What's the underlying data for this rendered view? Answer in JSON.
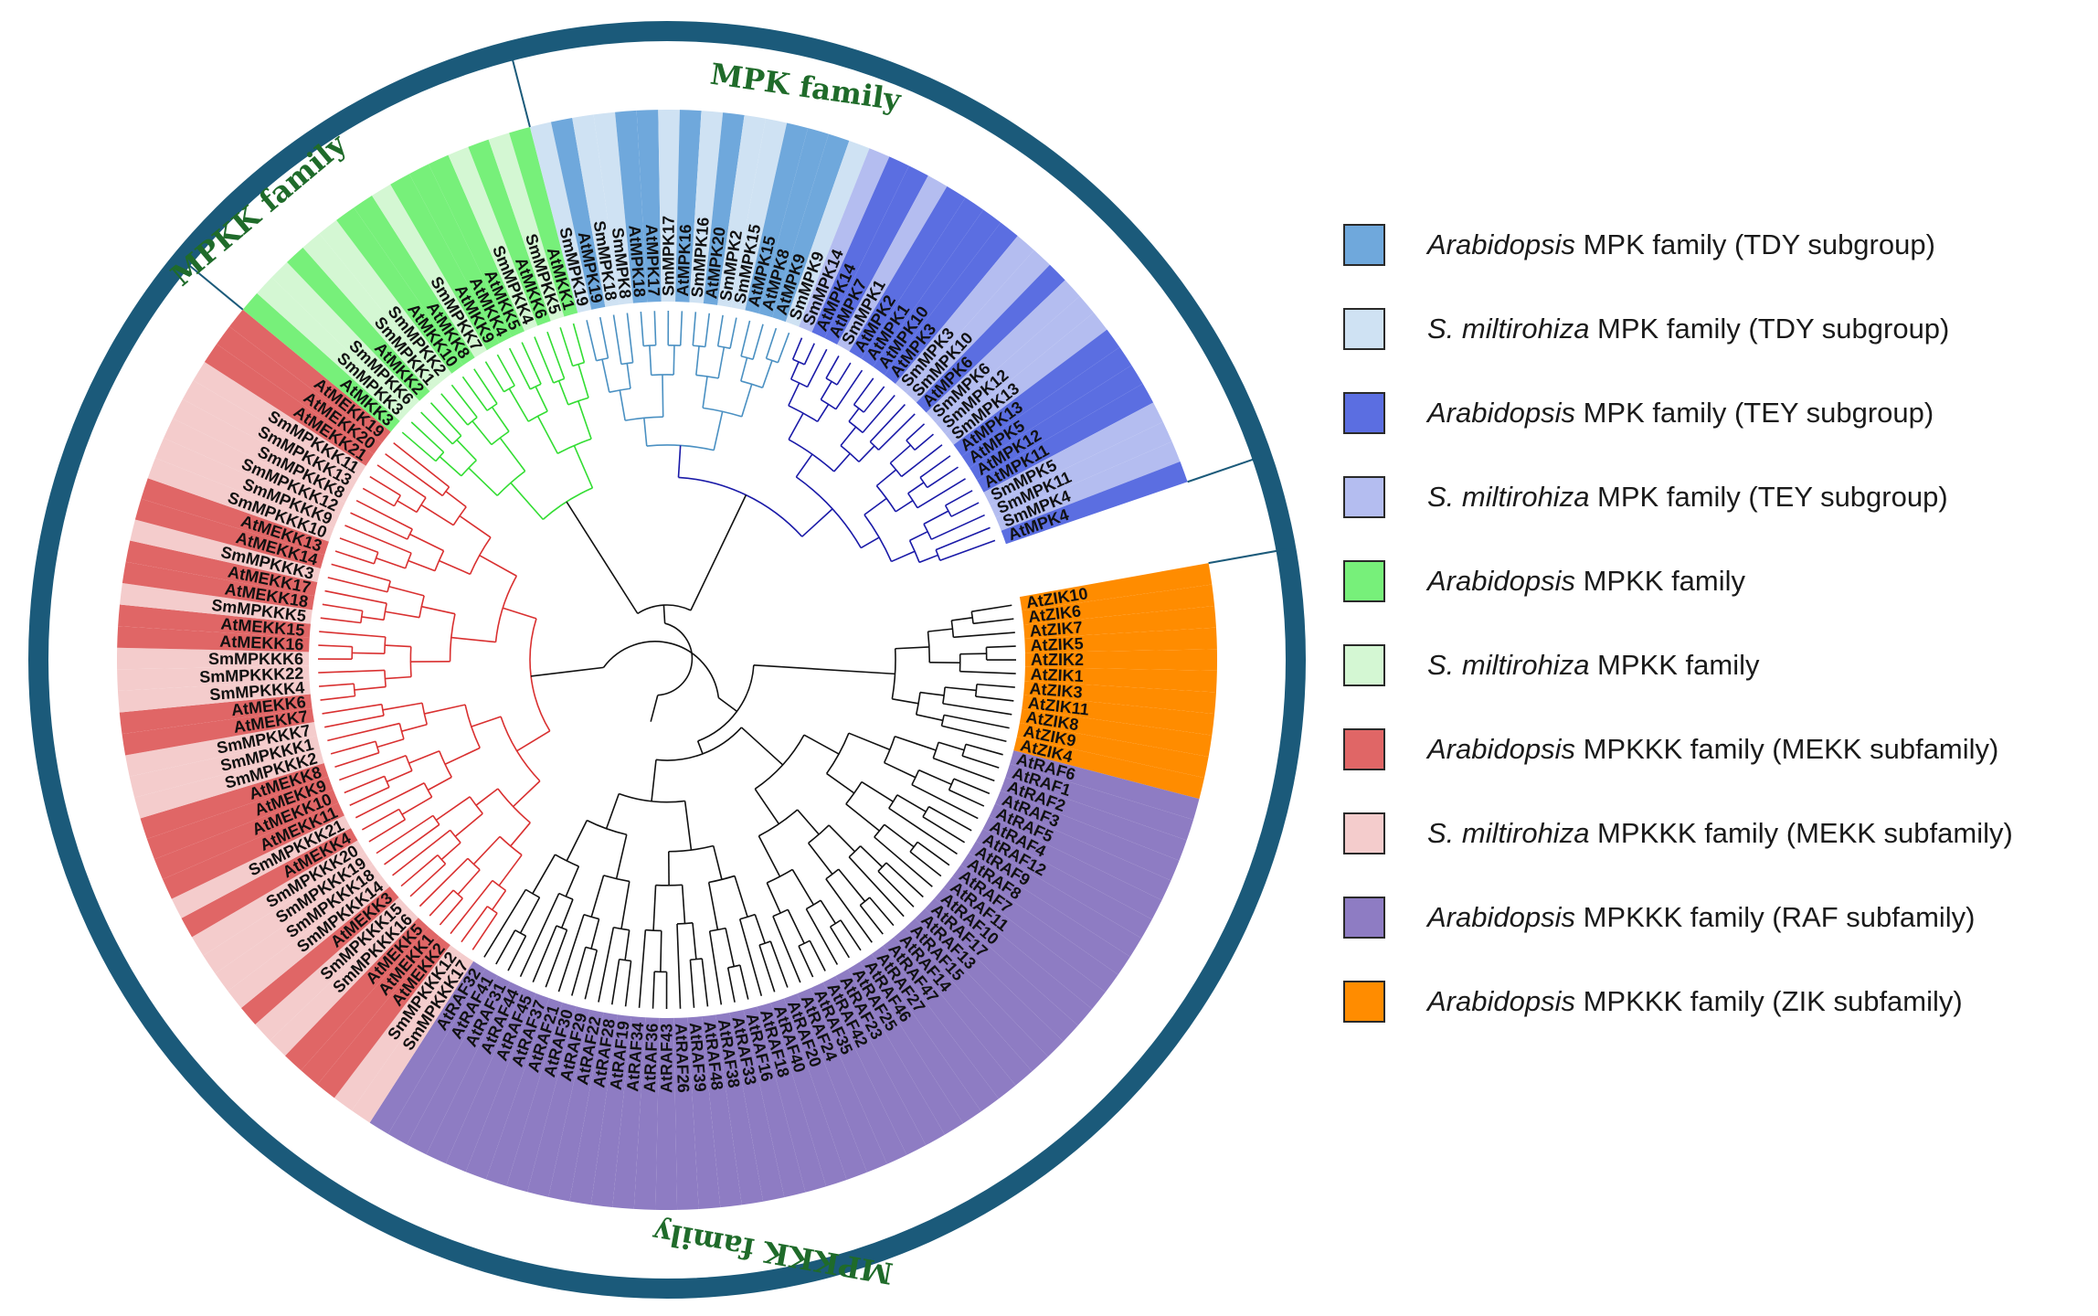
{
  "families": {
    "mpkk": "MPKK family",
    "mpk": "MPK family",
    "mpkkk": "MPKKK family"
  },
  "legend": [
    {
      "species": "Arabidopsis",
      "rest": " MPK family (TDY subgroup)",
      "color": "#6fa8dc"
    },
    {
      "species": "S. miltirohiza",
      "rest": " MPK family (TDY subgroup)",
      "color": "#cfe2f3"
    },
    {
      "species": "Arabidopsis",
      "rest": " MPK family (TEY subgroup)",
      "color": "#5b6ee1"
    },
    {
      "species": "S. miltirohiza",
      "rest": " MPK family (TEY subgroup)",
      "color": "#b4bdf0"
    },
    {
      "species": "Arabidopsis",
      "rest": " MPKK family",
      "color": "#77f07a"
    },
    {
      "species": "S. miltirohiza",
      "rest": " MPKK family",
      "color": "#d4f7d3"
    },
    {
      "species": "Arabidopsis",
      "rest": " MPKKK family (MEKK subfamily)",
      "color": "#e06666"
    },
    {
      "species": "S. miltirohiza",
      "rest": " MPKKK family (MEKK subfamily)",
      "color": "#f4cccc"
    },
    {
      "species": "Arabidopsis",
      "rest": " MPKKK family (RAF subfamily)",
      "color": "#8e7cc3"
    },
    {
      "species": "Arabidopsis",
      "rest": " MPKKK family (ZIK subfamily)",
      "color": "#ff8c00"
    }
  ],
  "leaves": [
    {
      "name": "AtZIK10",
      "cls": 9
    },
    {
      "name": "AtZIK6",
      "cls": 9
    },
    {
      "name": "AtZIK7",
      "cls": 9
    },
    {
      "name": "AtZIK5",
      "cls": 9
    },
    {
      "name": "AtZIK2",
      "cls": 9
    },
    {
      "name": "AtZIK1",
      "cls": 9
    },
    {
      "name": "AtZIK3",
      "cls": 9
    },
    {
      "name": "AtZIK11",
      "cls": 9
    },
    {
      "name": "AtZIK8",
      "cls": 9
    },
    {
      "name": "AtZIK9",
      "cls": 9
    },
    {
      "name": "AtZIK4",
      "cls": 9
    },
    {
      "name": "AtRAF6",
      "cls": 8
    },
    {
      "name": "AtRAF1",
      "cls": 8
    },
    {
      "name": "AtRAF2",
      "cls": 8
    },
    {
      "name": "AtRAF3",
      "cls": 8
    },
    {
      "name": "AtRAF5",
      "cls": 8
    },
    {
      "name": "AtRAF4",
      "cls": 8
    },
    {
      "name": "AtRAF12",
      "cls": 8
    },
    {
      "name": "AtRAF9",
      "cls": 8
    },
    {
      "name": "AtRAF8",
      "cls": 8
    },
    {
      "name": "AtRAF7",
      "cls": 8
    },
    {
      "name": "AtRAF11",
      "cls": 8
    },
    {
      "name": "AtRAF10",
      "cls": 8
    },
    {
      "name": "AtRAF17",
      "cls": 8
    },
    {
      "name": "AtRAF13",
      "cls": 8
    },
    {
      "name": "AtRAF15",
      "cls": 8
    },
    {
      "name": "AtRAF14",
      "cls": 8
    },
    {
      "name": "AtRAF47",
      "cls": 8
    },
    {
      "name": "AtRAF27",
      "cls": 8
    },
    {
      "name": "AtRAF46",
      "cls": 8
    },
    {
      "name": "AtRAF25",
      "cls": 8
    },
    {
      "name": "AtRAF23",
      "cls": 8
    },
    {
      "name": "AtRAF42",
      "cls": 8
    },
    {
      "name": "AtRAF35",
      "cls": 8
    },
    {
      "name": "AtRAF24",
      "cls": 8
    },
    {
      "name": "AtRAF20",
      "cls": 8
    },
    {
      "name": "AtRAF40",
      "cls": 8
    },
    {
      "name": "AtRAF18",
      "cls": 8
    },
    {
      "name": "AtRAF16",
      "cls": 8
    },
    {
      "name": "AtRAF33",
      "cls": 8
    },
    {
      "name": "AtRAF38",
      "cls": 8
    },
    {
      "name": "AtRAF48",
      "cls": 8
    },
    {
      "name": "AtRAF39",
      "cls": 8
    },
    {
      "name": "AtRAF26",
      "cls": 8
    },
    {
      "name": "AtRAF43",
      "cls": 8
    },
    {
      "name": "AtRAF36",
      "cls": 8
    },
    {
      "name": "AtRAF34",
      "cls": 8
    },
    {
      "name": "AtRAF19",
      "cls": 8
    },
    {
      "name": "AtRAF28",
      "cls": 8
    },
    {
      "name": "AtRAF22",
      "cls": 8
    },
    {
      "name": "AtRAF29",
      "cls": 8
    },
    {
      "name": "AtRAF30",
      "cls": 8
    },
    {
      "name": "AtRAF21",
      "cls": 8
    },
    {
      "name": "AtRAF37",
      "cls": 8
    },
    {
      "name": "AtRAF45",
      "cls": 8
    },
    {
      "name": "AtRAF44",
      "cls": 8
    },
    {
      "name": "AtRAF31",
      "cls": 8
    },
    {
      "name": "AtRAF41",
      "cls": 8
    },
    {
      "name": "AtRAF32",
      "cls": 8
    },
    {
      "name": "SmMPKKK17",
      "cls": 7
    },
    {
      "name": "SmMPKKK12",
      "cls": 7
    },
    {
      "name": "AtMEKK2",
      "cls": 6
    },
    {
      "name": "AtMEKK1",
      "cls": 6
    },
    {
      "name": "AtMEKK5",
      "cls": 6
    },
    {
      "name": "SmMPKKK16",
      "cls": 7
    },
    {
      "name": "SmMPKKK15",
      "cls": 7
    },
    {
      "name": "AtMEKK3",
      "cls": 6
    },
    {
      "name": "SmMPKKK14",
      "cls": 7
    },
    {
      "name": "SmMPKKK18",
      "cls": 7
    },
    {
      "name": "SmMPKKK19",
      "cls": 7
    },
    {
      "name": "SmMPKKK20",
      "cls": 7
    },
    {
      "name": "AtMEKK4",
      "cls": 6
    },
    {
      "name": "SmMPKKK21",
      "cls": 7
    },
    {
      "name": "AtMEKK11",
      "cls": 6
    },
    {
      "name": "AtMEKK10",
      "cls": 6
    },
    {
      "name": "AtMEKK9",
      "cls": 6
    },
    {
      "name": "AtMEKK8",
      "cls": 6
    },
    {
      "name": "SmMPKKK2",
      "cls": 7
    },
    {
      "name": "SmMPKKK1",
      "cls": 7
    },
    {
      "name": "SmMPKKK7",
      "cls": 7
    },
    {
      "name": "AtMEKK7",
      "cls": 6
    },
    {
      "name": "AtMEKK6",
      "cls": 6
    },
    {
      "name": "SmMPKKK4",
      "cls": 7
    },
    {
      "name": "SmMPKKK22",
      "cls": 7
    },
    {
      "name": "SmMPKKK6",
      "cls": 7
    },
    {
      "name": "AtMEKK16",
      "cls": 6
    },
    {
      "name": "AtMEKK15",
      "cls": 6
    },
    {
      "name": "SmMPKKK5",
      "cls": 7
    },
    {
      "name": "AtMEKK18",
      "cls": 6
    },
    {
      "name": "AtMEKK17",
      "cls": 6
    },
    {
      "name": "SmMPKKK3",
      "cls": 7
    },
    {
      "name": "AtMEKK14",
      "cls": 6
    },
    {
      "name": "AtMEKK13",
      "cls": 6
    },
    {
      "name": "SmMPKKK10",
      "cls": 7
    },
    {
      "name": "SmMPKKK9",
      "cls": 7
    },
    {
      "name": "SmMPKKK12",
      "cls": 7
    },
    {
      "name": "SmMPKKK8",
      "cls": 7
    },
    {
      "name": "SmMPKKK13",
      "cls": 7
    },
    {
      "name": "SmMPKKK11",
      "cls": 7
    },
    {
      "name": "AtMEKK21",
      "cls": 6
    },
    {
      "name": "AtMEKK20",
      "cls": 6
    },
    {
      "name": "AtMEKK19",
      "cls": 6
    },
    {
      "name": "AtMKK3",
      "cls": 4
    },
    {
      "name": "SmMPKK3",
      "cls": 5
    },
    {
      "name": "SmMPKK6",
      "cls": 5
    },
    {
      "name": "AtMKK2",
      "cls": 4
    },
    {
      "name": "SmMPKK1",
      "cls": 5
    },
    {
      "name": "SmMPKK2",
      "cls": 5
    },
    {
      "name": "AtMKK10",
      "cls": 4
    },
    {
      "name": "AtMKK8",
      "cls": 4
    },
    {
      "name": "SmMPKK7",
      "cls": 5
    },
    {
      "name": "AtMKK9",
      "cls": 4
    },
    {
      "name": "AtMKK4",
      "cls": 4
    },
    {
      "name": "AtMKK5",
      "cls": 4
    },
    {
      "name": "SmMPKK4",
      "cls": 5
    },
    {
      "name": "AtMKK6",
      "cls": 4
    },
    {
      "name": "SmMPKK5",
      "cls": 5
    },
    {
      "name": "AtMKK1",
      "cls": 4
    },
    {
      "name": "SmMPK19",
      "cls": 1
    },
    {
      "name": "AtMPK19",
      "cls": 0
    },
    {
      "name": "SmMPK18",
      "cls": 1
    },
    {
      "name": "SmMPK8",
      "cls": 1
    },
    {
      "name": "AtMPK18",
      "cls": 0
    },
    {
      "name": "AtMPK17",
      "cls": 0
    },
    {
      "name": "SmMPK17",
      "cls": 1
    },
    {
      "name": "AtMPK16",
      "cls": 0
    },
    {
      "name": "SmMPK16",
      "cls": 1
    },
    {
      "name": "AtMPK20",
      "cls": 0
    },
    {
      "name": "SmMPK2",
      "cls": 1
    },
    {
      "name": "SmMPK15",
      "cls": 1
    },
    {
      "name": "AtMPK15",
      "cls": 0
    },
    {
      "name": "AtMPK8",
      "cls": 0
    },
    {
      "name": "AtMPK9",
      "cls": 0
    },
    {
      "name": "SmMPK9",
      "cls": 1
    },
    {
      "name": "SmMPK14",
      "cls": 3
    },
    {
      "name": "AtMPK14",
      "cls": 2
    },
    {
      "name": "AtMPK7",
      "cls": 2
    },
    {
      "name": "SmMPK1",
      "cls": 3
    },
    {
      "name": "AtMPK2",
      "cls": 2
    },
    {
      "name": "AtMPK1",
      "cls": 2
    },
    {
      "name": "AtMPK10",
      "cls": 2
    },
    {
      "name": "AtMPK3",
      "cls": 2
    },
    {
      "name": "SmMPK3",
      "cls": 3
    },
    {
      "name": "SmMPK10",
      "cls": 3
    },
    {
      "name": "AtMPK6",
      "cls": 2
    },
    {
      "name": "SmMPK6",
      "cls": 3
    },
    {
      "name": "SmMPK12",
      "cls": 3
    },
    {
      "name": "SmMPK13",
      "cls": 3
    },
    {
      "name": "AtMPK13",
      "cls": 2
    },
    {
      "name": "AtMPK5",
      "cls": 2
    },
    {
      "name": "AtMPK12",
      "cls": 2
    },
    {
      "name": "AtMPK11",
      "cls": 2
    },
    {
      "name": "SmMPK5",
      "cls": 3
    },
    {
      "name": "SmMPK11",
      "cls": 3
    },
    {
      "name": "SmMPK4",
      "cls": 3
    },
    {
      "name": "AtMPK4",
      "cls": 2
    }
  ],
  "branch_colors": {
    "mpk_tdy": "#4a90c2",
    "mpk_tey": "#1a1aa8",
    "mpkk": "#33dd33",
    "mekk": "#d93030",
    "raf_zik": "#111111"
  },
  "ring_color": "#1b5a7a"
}
